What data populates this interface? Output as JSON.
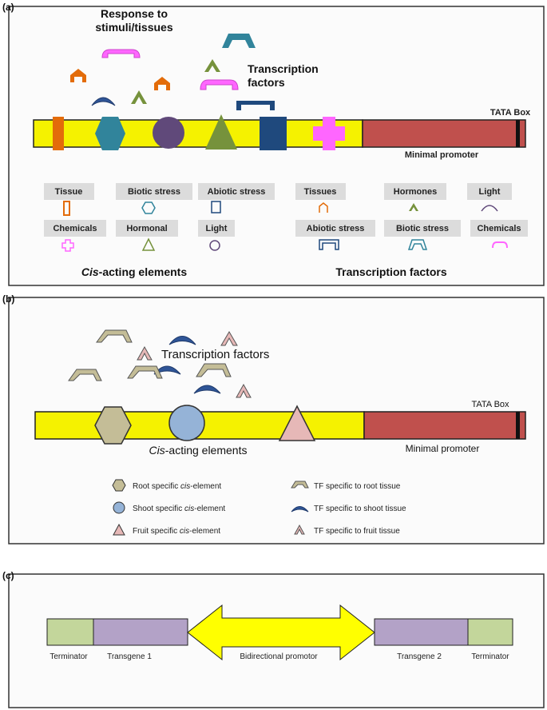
{
  "panel_a": {
    "label": "(a)",
    "response_title": [
      "Response to",
      "stimuli/tissues"
    ],
    "tf_title": [
      "Transcription",
      "factors"
    ],
    "tata": "TATA Box",
    "minimal": "Minimal promoter",
    "cis_legend": [
      "Tissue",
      "Biotic stress",
      "Abiotic stress",
      "Chemicals",
      "Hormonal",
      "Light"
    ],
    "tf_legend": [
      "Tissues",
      "Hormones",
      "Light",
      "Abiotic stress",
      "Biotic stress",
      "Chemicals"
    ],
    "cis_caption_italic": "Cis",
    "cis_caption_rest": "-acting elements",
    "tf_caption": "Transcription factors",
    "colors": {
      "promoter": "#f5f200",
      "minimal": "#c0504d",
      "orange": "#e36c0a",
      "teal": "#31849b",
      "purple": "#60497a",
      "green": "#76923c",
      "navy": "#1f497d",
      "magenta": "#ff66ff",
      "blue": "#4f81bd"
    }
  },
  "panel_b": {
    "label": "(b)",
    "tf_title": "Transcription factors",
    "tata": "TATA Box",
    "minimal": "Minimal promoter",
    "cis_caption_italic": "Cis",
    "cis_caption_rest": "-acting elements",
    "legend_left": [
      {
        "pre": "Root specific ",
        "ital": "cis",
        "post": "-element",
        "icon": "hexagon-icon"
      },
      {
        "pre": "Shoot specific ",
        "ital": "cis",
        "post": "-element",
        "icon": "circle-icon"
      },
      {
        "pre": "Fruit specific ",
        "ital": "cis",
        "post": "-element",
        "icon": "triangle-icon"
      }
    ],
    "legend_right": [
      {
        "text": "TF specific to root tissue",
        "icon": "bracket-icon"
      },
      {
        "text": "TF specific to shoot tissue",
        "icon": "arc-icon"
      },
      {
        "text": "TF specific to fruit tissue",
        "icon": "chevron-icon"
      }
    ]
  },
  "panel_c": {
    "label": "(c)",
    "terminator_left": "Terminator",
    "transgene1": "Transgene 1",
    "bidirectional": "Bidirectional promotor",
    "transgene2": "Transgene 2",
    "terminator_right": "Terminator"
  }
}
